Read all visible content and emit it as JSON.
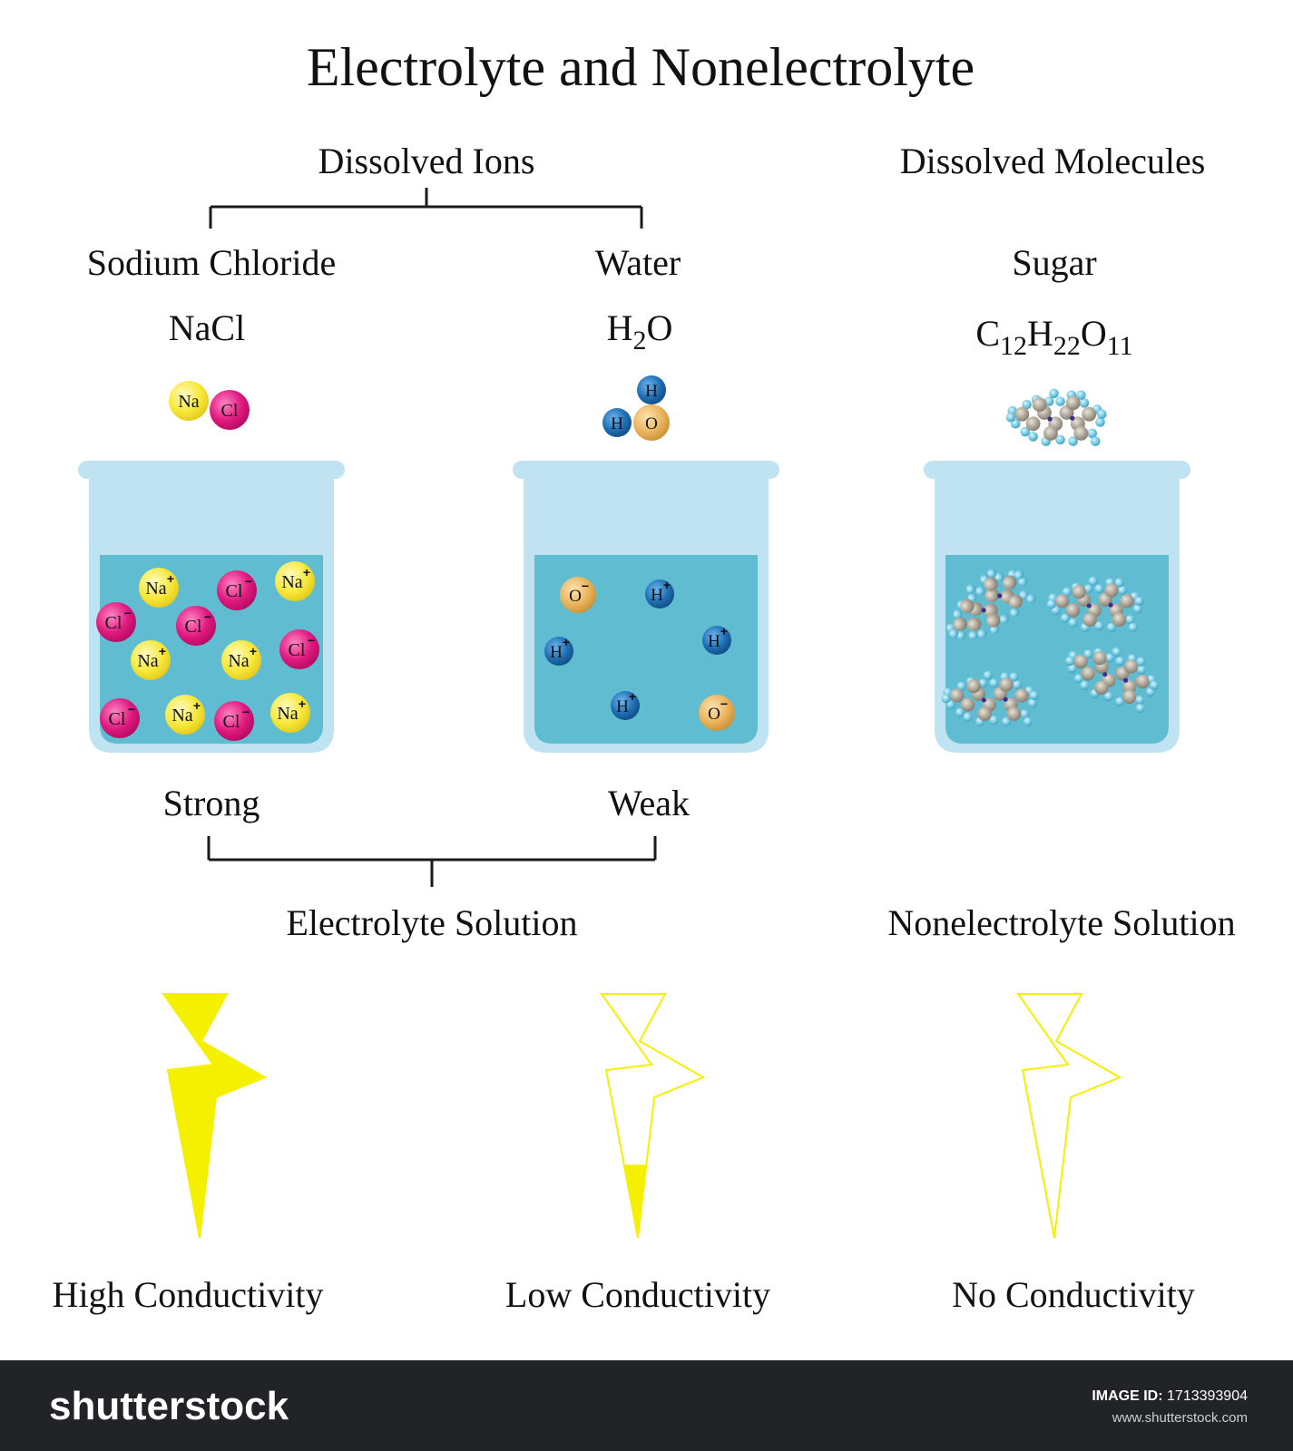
{
  "title": "Electrolyte and Nonelectrolyte",
  "groups": {
    "dissolved_ions": "Dissolved Ions",
    "dissolved_molecules": "Dissolved Molecules"
  },
  "substances": {
    "sodium_chloride": {
      "name": "Sodium Chloride",
      "formula": "NaCl",
      "atoms": [
        "Na",
        "Cl"
      ]
    },
    "water": {
      "name": "Water",
      "formula_parts": [
        "H",
        "2",
        "O"
      ],
      "atoms": [
        "H",
        "H",
        "O"
      ]
    },
    "sugar": {
      "name": "Sugar",
      "formula_parts": [
        "C",
        "12",
        "H",
        "22",
        "O",
        "11"
      ]
    }
  },
  "beaker_ions": {
    "nacl": [
      "Na+",
      "Cl-",
      "Na+",
      "Cl-",
      "Cl-",
      "Na+",
      "Na+",
      "Cl-",
      "Cl-",
      "Na+",
      "Cl-",
      "Na+"
    ],
    "water": [
      "O-",
      "H+",
      "H+",
      "H+",
      "H+",
      "O-"
    ]
  },
  "strengths": {
    "strong": "Strong",
    "weak": "Weak"
  },
  "solutions": {
    "electrolyte": "Electrolyte Solution",
    "nonelectrolyte": "Nonelectrolyte Solution"
  },
  "conductivity": [
    {
      "label": "High Conductivity",
      "fill_fraction": 1.0
    },
    {
      "label": "Low Conductivity",
      "fill_fraction": 0.3
    },
    {
      "label": "No Conductivity",
      "fill_fraction": 0.0
    }
  ],
  "colors": {
    "beaker_glass": "#bfe3f1",
    "liquid": "#5fbcd1",
    "sodium": "#f7e83a",
    "chlorine": "#e0197f",
    "hydrogen": "#1f6fb5",
    "oxygen": "#eab45e",
    "bolt": "#f5f000"
  },
  "footer": {
    "brand": "shutterstock",
    "image_id_label": "IMAGE ID:",
    "image_id": "1713393904",
    "site": "www.shutterstock.com"
  }
}
